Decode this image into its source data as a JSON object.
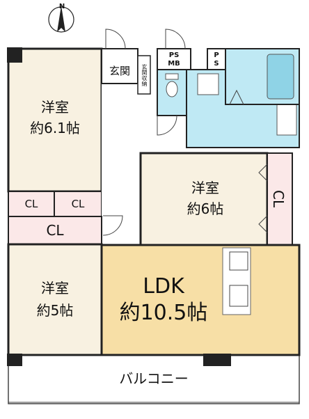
{
  "compass": {
    "north": "N"
  },
  "rooms": {
    "west_bedroom": {
      "name": "洋室",
      "size": "約6.1帖"
    },
    "center_bedroom": {
      "name": "洋室",
      "size": "約6帖"
    },
    "south_bedroom": {
      "name": "洋室",
      "size": "約5帖"
    },
    "ldk": {
      "name": "LDK",
      "size": "約10.5帖"
    },
    "entrance": "玄関",
    "entrance_storage": "玄関収納",
    "balcony": "バルコニー"
  },
  "closets": {
    "cl_left": "CL",
    "cl_right": "CL",
    "cl_wide": "CL",
    "cl_vertical": "CL"
  },
  "shafts": {
    "ps_mb": [
      "PS",
      "MB"
    ],
    "ps": [
      "P",
      "S"
    ]
  },
  "colors": {
    "wall": "#222222",
    "room_cream": "#f8f1e1",
    "closet_pink": "#fbe8e8",
    "ldk_yellow": "#f7dfa6",
    "wet_area_blue": "#bfe9f4",
    "fixture": "#8fd3e6"
  }
}
